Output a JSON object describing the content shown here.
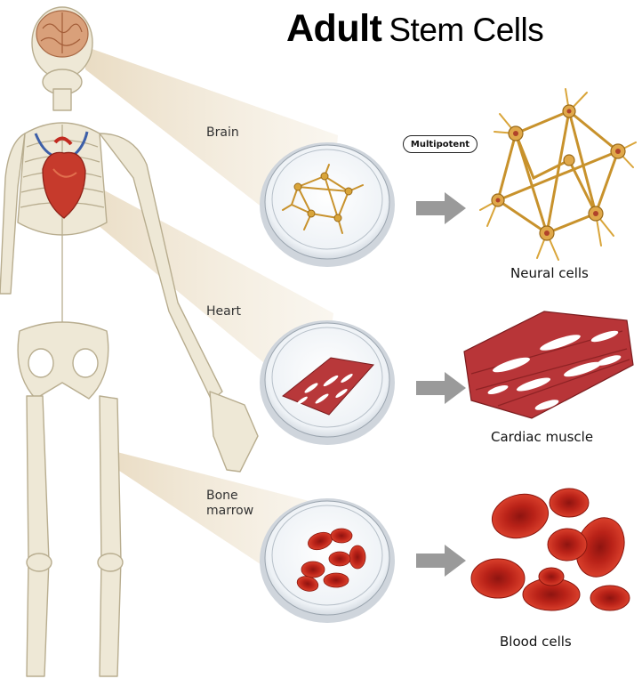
{
  "title": {
    "bold": "Adult",
    "regular": "Stem Cells"
  },
  "badge": "Multipotent",
  "sources": [
    {
      "label": "Brain"
    },
    {
      "label": "Heart"
    },
    {
      "label_line1": "Bone",
      "label_line2": "marrow"
    }
  ],
  "outputs": [
    {
      "label": "Neural cells"
    },
    {
      "label": "Cardiac muscle"
    },
    {
      "label": "Blood cells"
    }
  ],
  "colors": {
    "skeleton": "#eee8d6",
    "skeleton_outline": "#b8ad8f",
    "callout": "#e6d2ae",
    "brain": "#d9a07a",
    "neuron": "#d9a53a",
    "muscle": "#b8383a",
    "blood": "#c8281c",
    "arrow": "#9a9a9a",
    "dish_rim": "#cfd5dc"
  }
}
